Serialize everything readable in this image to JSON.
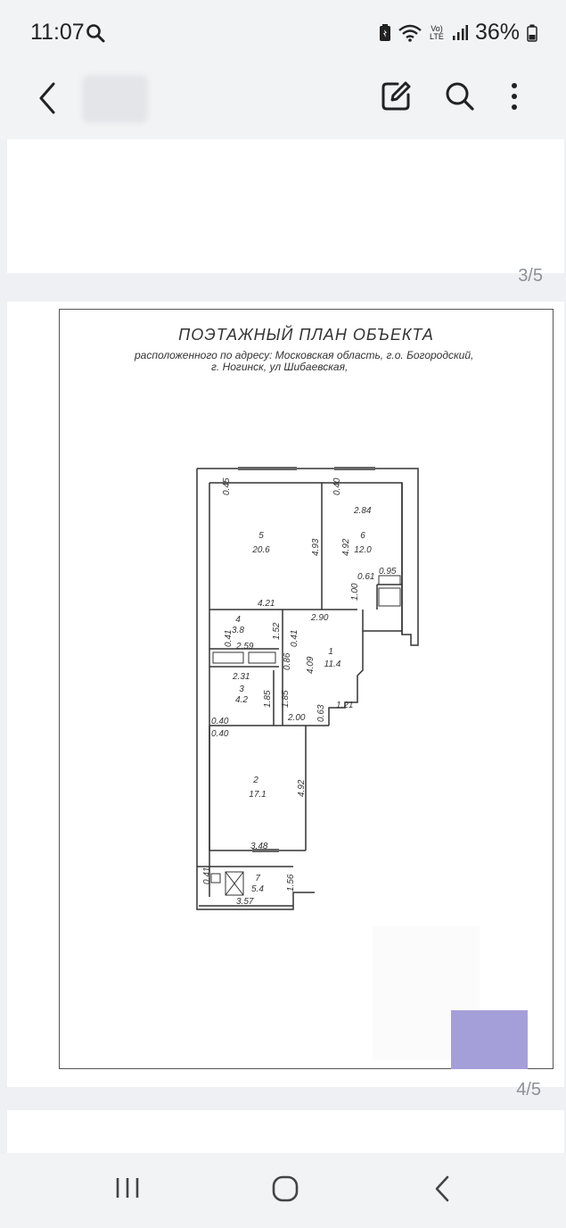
{
  "status": {
    "time": "11:07",
    "battery": "36%",
    "network": "Vo) LTE"
  },
  "viewer": {
    "pages": {
      "p3": "3/5",
      "p4": "4/5"
    }
  },
  "plan": {
    "title": "ПОЭТАЖНЫЙ ПЛАН ОБЪЕКТА",
    "address_line1": "расположенного по адресу: Московская область, г.о. Богородский,",
    "address_line2": "г. Ногинск, ул Шибаевская,",
    "rooms": [
      {
        "num": "5",
        "area": "20.6"
      },
      {
        "num": "6",
        "area": "12.0"
      },
      {
        "num": "4",
        "area": "3.8"
      },
      {
        "num": "1",
        "area": "11.4"
      },
      {
        "num": "3",
        "area": "4.2"
      },
      {
        "num": "2",
        "area": "17.1"
      },
      {
        "num": "7",
        "area": "5.4"
      }
    ],
    "dims": {
      "d0_45": "0.45",
      "d0_40a": "0.40",
      "d2_84": "2.84",
      "d4_93": "4.93",
      "d4_92a": "4.92",
      "d0_61": "0.61",
      "d0_95": "0.95",
      "d1_00": "1.00",
      "d4_21": "4.21",
      "d2_90": "2.90",
      "d1_52": "1.52",
      "d0_41a": "0.41",
      "d0_41b": "0.41",
      "d2_59": "2.59",
      "d0_86": "0.86",
      "d4_09": "4.09",
      "d2_31": "2.31",
      "d1_85a": "1.85",
      "d1_85b": "1.85",
      "d1_21": "1.21",
      "d2_00": "2.00",
      "d0_63": "0.63",
      "d0_40b": "0.40",
      "d0_40c": "0.40",
      "d4_92b": "4.92",
      "d3_48": "3.48",
      "d0_41c": "0.41",
      "d1_56": "1.56",
      "d3_57": "3.57"
    }
  }
}
